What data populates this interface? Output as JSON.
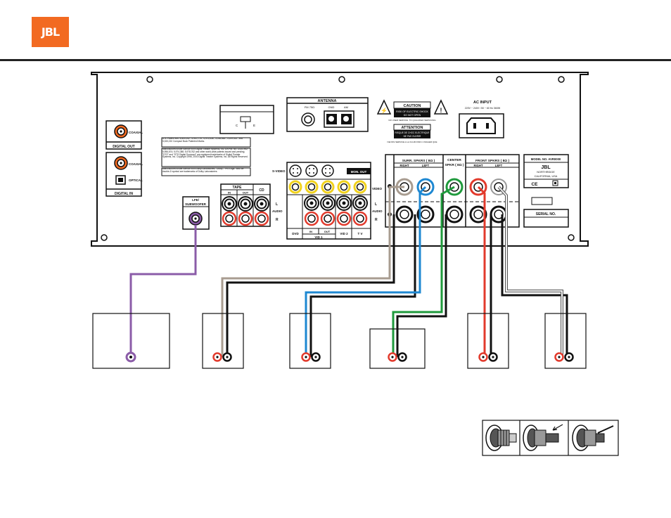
{
  "brand": {
    "logo_text": "JBL"
  },
  "panel": {
    "digital_out": {
      "title": "DIGITAL OUT",
      "coaxial": "COAXIAL"
    },
    "digital_in": {
      "title": "DIGITAL IN",
      "coaxial": "COAXIAL",
      "optical": "OPTICAL"
    },
    "antenna": {
      "title": "ANTENNA",
      "fm": "FM 75Ω",
      "gnd": "GND",
      "am": "AM"
    },
    "caution": {
      "title": "CAUTION",
      "line1": "RISK OF ELECTRIC SHOCK",
      "line2": "DO NOT OPEN",
      "line3": "NO USER SERVICE. TO QUALIFIED SERVICING"
    },
    "attention": {
      "title": "ATTENTION",
      "line1": "RISQUE DE CHOC ELECTRIQUE",
      "line2": "NE PAS OUVRIR",
      "line3": "NE PAS SERVICE A LA FLUID PAR L'USAGER QUE"
    },
    "ac_input": {
      "title": "AC INPUT",
      "spec": "220V ~ 240V / 50 ~ 60 Hz 360W"
    },
    "patents": "U.S. Patent Nos. 4,803,142 ; 4,910,778 ; 4,975,658 ; 5,056,883 ; 5,109,415 ; and 5,333,210 Compact Book Patented Marks.",
    "license_dts": "Manufactured under license from Digital Theater Systems, Inc. US Pat. No. 5,451,942; 5,956,674; 5,974,380; 5,978,762 and other world-wide patents issued and pending. \"DTS\" and \"DTS Digital Surround\" are registered trademarks of Digital Theater Systems, Inc. Copyright 1996, 2000 Digital Theater Systems, Inc. All Rights Reserved.",
    "license_dolby": "Manufactured under license from Dolby Laboratories. \"Dolby\", \"Pro Logic\" and the double-D symbol are trademarks of Dolby Laboratories.",
    "svideo": "S-VIDEO",
    "mon_out": "MON. OUT",
    "video": "VIDEO",
    "tape": "TAPE",
    "tape_in": "IN",
    "tape_out": "OUT",
    "cd": "CD",
    "audio_l": "L",
    "audio": "AUDIO",
    "audio_r": "R",
    "dvd": "DVD",
    "vid1": "VID 1",
    "vid1_in": "IN",
    "vid1_out": "OUT",
    "vid2": "VID 2",
    "tv": "T V",
    "sub": {
      "line1": "LFE/",
      "line2": "SUBWOOFER"
    },
    "surr": {
      "title": "SURR. SPKRS ( 8Ω )",
      "right": "RIGHT",
      "left": "LEFT"
    },
    "center": {
      "line1": "CENTER",
      "line2": "SPKR ( 8Ω )"
    },
    "front": {
      "title": "FRONT SPKRS ( 8Ω )",
      "right": "RIGHT",
      "left": "LEFT"
    },
    "model": {
      "line1": "MODEL NO. AVR0000",
      "brand": "JBL",
      "line3": "NORTHRIDGE",
      "line4": "CALIFORNIA, USA",
      "ce": "CE"
    },
    "serial": "SERIAL NO.",
    "switch_labels": {
      "left": "C",
      "right": "E"
    }
  },
  "colors": {
    "orange": "#f26a21",
    "purple": "#8b5ca8",
    "gray": "#a89c90",
    "blue": "#1e88d2",
    "green": "#1f9a3c",
    "red": "#e23a2c",
    "white": "#eeeeee",
    "black": "#111111",
    "yellow": "#f1d21d"
  }
}
